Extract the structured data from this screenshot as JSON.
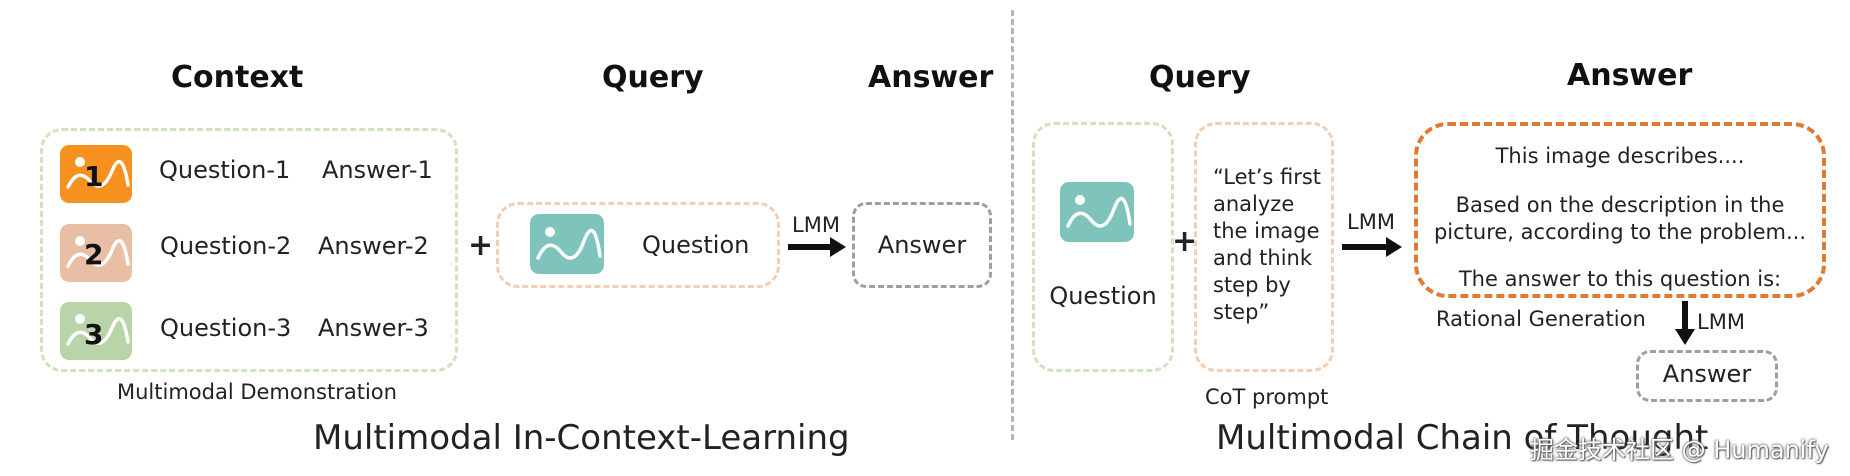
{
  "left": {
    "headings": {
      "context": "Context",
      "query": "Query",
      "answer": "Answer"
    },
    "demos": [
      {
        "number": "1",
        "question": "Question-1",
        "answer": "Answer-1",
        "color": "#f6901e"
      },
      {
        "number": "2",
        "question": "Question-2",
        "answer": "Answer-2",
        "color": "#e8bfa4"
      },
      {
        "number": "3",
        "question": "Question-3",
        "answer": "Answer-3",
        "color": "#b8d4a8"
      }
    ],
    "demo_caption": "Multimodal Demonstration",
    "plus": "+",
    "query_question": "Question",
    "arrow_label": "LMM",
    "answer_label": "Answer",
    "title": "Multimodal In-Context-Learning",
    "query_icon_color": "#7ec4bd"
  },
  "right": {
    "headings": {
      "query": "Query",
      "answer": "Answer"
    },
    "question_label": "Question",
    "plus": "+",
    "cot_prompt_lines": [
      "“Let’s first",
      "analyze",
      "the image",
      "and think",
      "step by",
      "step”"
    ],
    "cot_caption": "CoT prompt",
    "arrow_label": "LMM",
    "rationale_lines": [
      "This image describes....",
      "Based on the description in the",
      "picture, according to the problem...",
      "The answer to this question is:"
    ],
    "rationale_caption": "Rational Generation",
    "down_arrow_label": "LMM",
    "final_answer": "Answer",
    "title": "Multimodal Chain of Thought",
    "query_icon_color": "#7ec4bd",
    "answer_border_color": "#e07a33"
  },
  "watermark": "掘金技术社区 @ Humanify"
}
